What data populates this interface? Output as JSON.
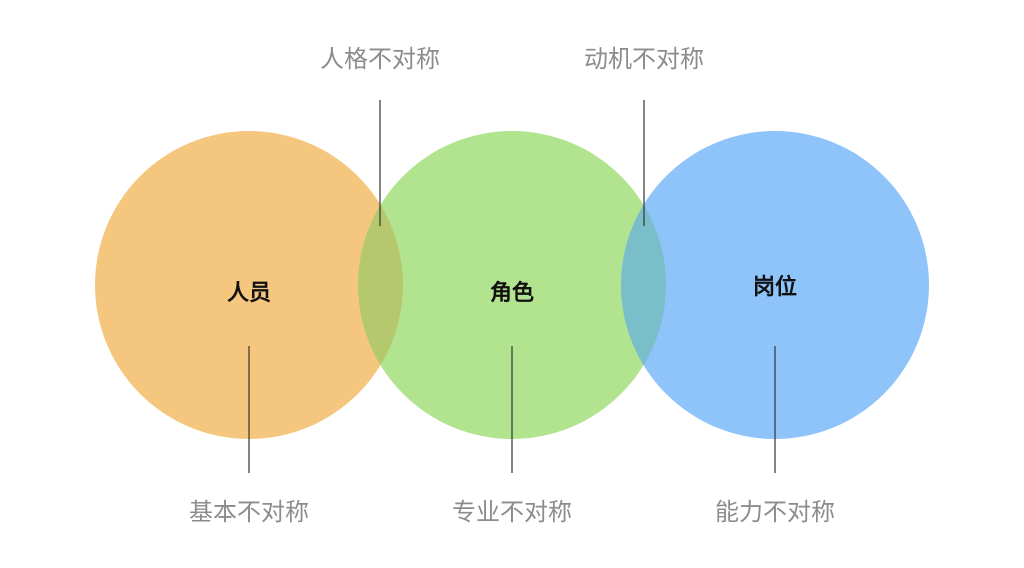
{
  "circles": [
    {
      "id": "personnel",
      "label": "人员",
      "color": "#F5C77E"
    },
    {
      "id": "role",
      "label": "角色",
      "color": "#B2E38F"
    },
    {
      "id": "position",
      "label": "岗位",
      "color": "#8EC4FA"
    }
  ],
  "overlaps": {
    "personnel_role": {
      "color": "#B5C86E"
    },
    "role_position": {
      "color": "#7ABEC9"
    }
  },
  "callouts": {
    "top_left": "人格不对称",
    "top_right": "动机不对称",
    "bottom_left": "基本不对称",
    "bottom_middle": "专业不对称",
    "bottom_right": "能力不对称"
  }
}
